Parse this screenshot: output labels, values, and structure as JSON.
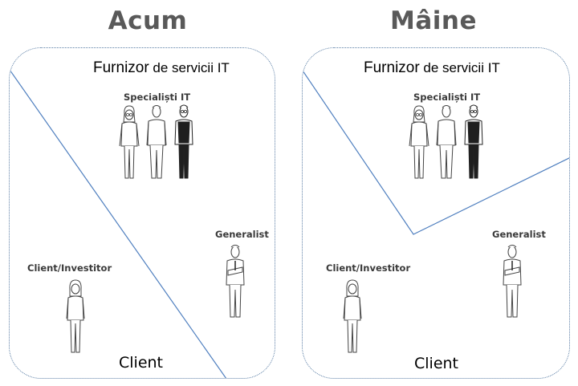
{
  "panels": [
    {
      "title": "Acum",
      "provider": {
        "strong": "Furnizor",
        "rest": " de servicii IT"
      },
      "specialists_label": "Specialiști IT",
      "generalist_label": "Generalist",
      "investor_label": "Client/Investitor",
      "client_label": "Client",
      "divider": "diagonal"
    },
    {
      "title": "Mâine",
      "provider": {
        "strong": "Furnizor",
        "rest": " de servicii IT"
      },
      "specialists_label": "Specialiști IT",
      "generalist_label": "Generalist",
      "investor_label": "Client/Investitor",
      "client_label": "Client",
      "divider": "v-shape"
    }
  ],
  "colors": {
    "divider_line": "#4f7fbf",
    "frame_border": "#5b7fa6",
    "title_text": "#595959"
  },
  "icons": {
    "specialist_1": "woman-with-glasses-figure",
    "specialist_2": "man-casual-figure",
    "specialist_3": "man-dark-suit-figure",
    "generalist": "man-arms-crossed-figure",
    "investor": "woman-figure"
  }
}
